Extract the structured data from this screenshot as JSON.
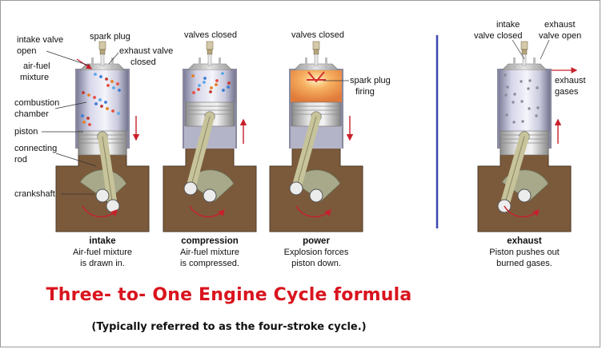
{
  "labels": {
    "intake_valve_open": [
      "intake valve",
      "open"
    ],
    "spark_plug": "spark plug",
    "exhaust_valve_closed": [
      "exhaust valve",
      "closed"
    ],
    "air_fuel_mixture": [
      "air-fuel",
      "mixture"
    ],
    "combustion_chamber": [
      "combustion",
      "chamber"
    ],
    "piston": "piston",
    "connecting_rod": [
      "connecting",
      "rod"
    ],
    "crankshaft": "crankshaft",
    "valves_closed_1": "valves closed",
    "valves_closed_2": "valves closed",
    "spark_plug_firing": [
      "spark plug",
      "firing"
    ],
    "intake_valve_closed": [
      "intake",
      "valve closed"
    ],
    "exhaust_valve_open": [
      "exhaust",
      "valve open"
    ],
    "exhaust_gases": [
      "exhaust",
      "gases"
    ]
  },
  "stages": [
    {
      "title": "intake",
      "desc": [
        "Air-fuel mixture",
        "is drawn in."
      ]
    },
    {
      "title": "compression",
      "desc": [
        "Air-fuel mixture",
        "is compressed."
      ]
    },
    {
      "title": "power",
      "desc": [
        "Explosion forces",
        "piston down."
      ]
    },
    {
      "title": "exhaust",
      "desc": [
        "Piston pushes out",
        "burned gases."
      ]
    }
  ],
  "title": "Three- to- One Engine Cycle formula",
  "subtitle": "(Typically referred to as the four-stroke cycle.)",
  "colors": {
    "title": "#d9141e",
    "divider": "#3a46b0",
    "arrow": "#c8202a",
    "crankcase": "#7b5a3c"
  }
}
